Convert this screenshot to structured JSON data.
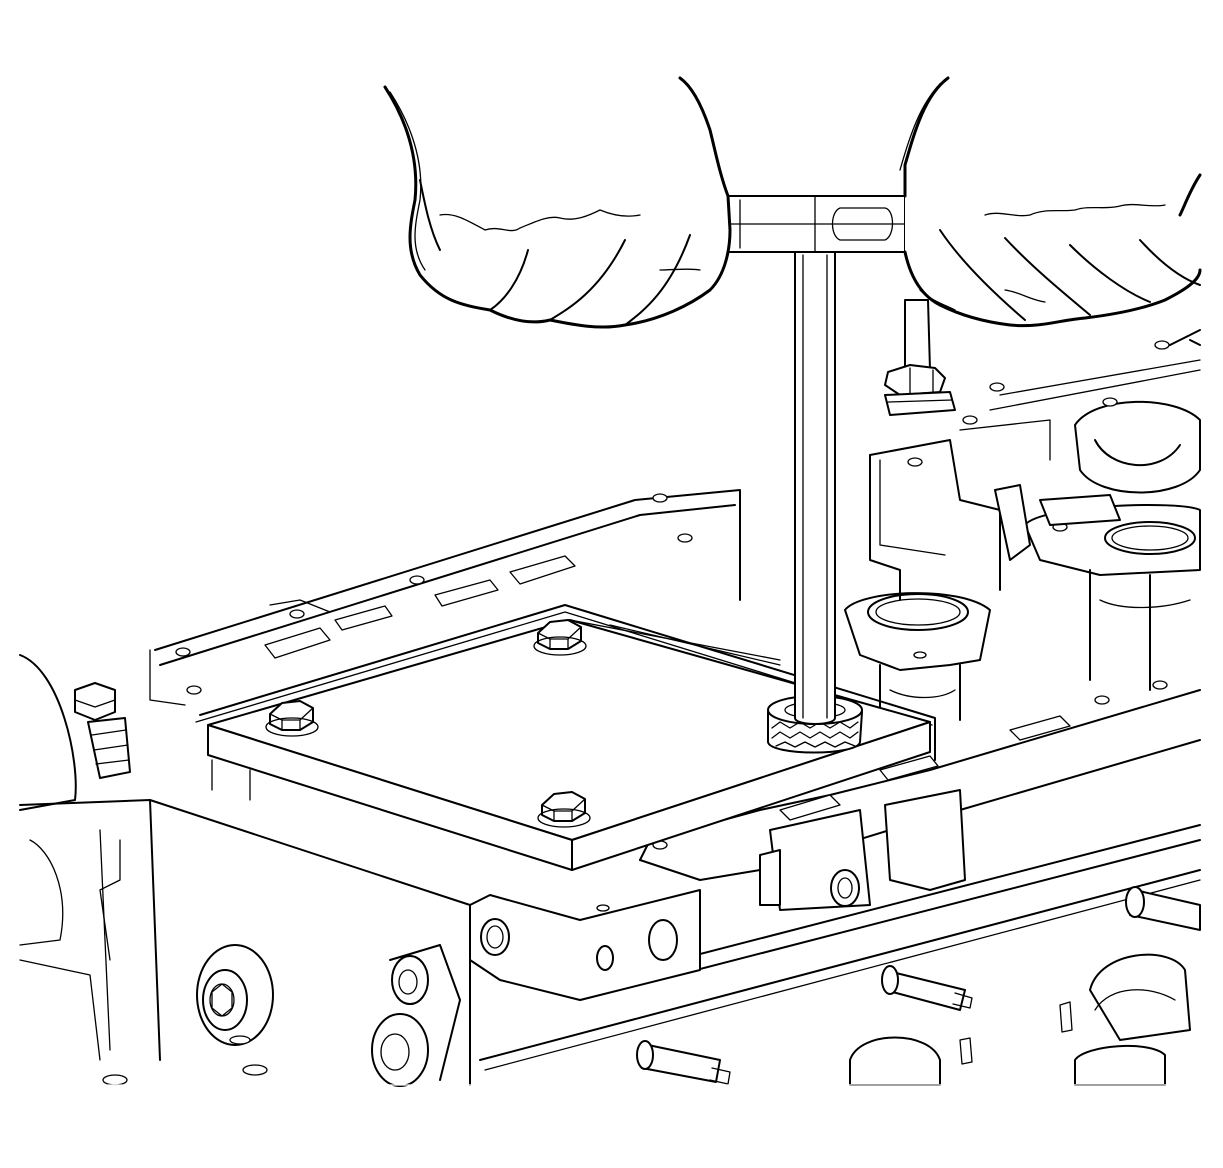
{
  "illustration": {
    "style": "black line art on white",
    "stroke_color": "#000000",
    "background_color": "#ffffff",
    "parts": [
      "hands",
      "t-handle-tool",
      "cover-plate",
      "hex-bolts",
      "engine-block",
      "cylinder-bores",
      "dowel-pins",
      "oil-gallery-plug"
    ]
  }
}
